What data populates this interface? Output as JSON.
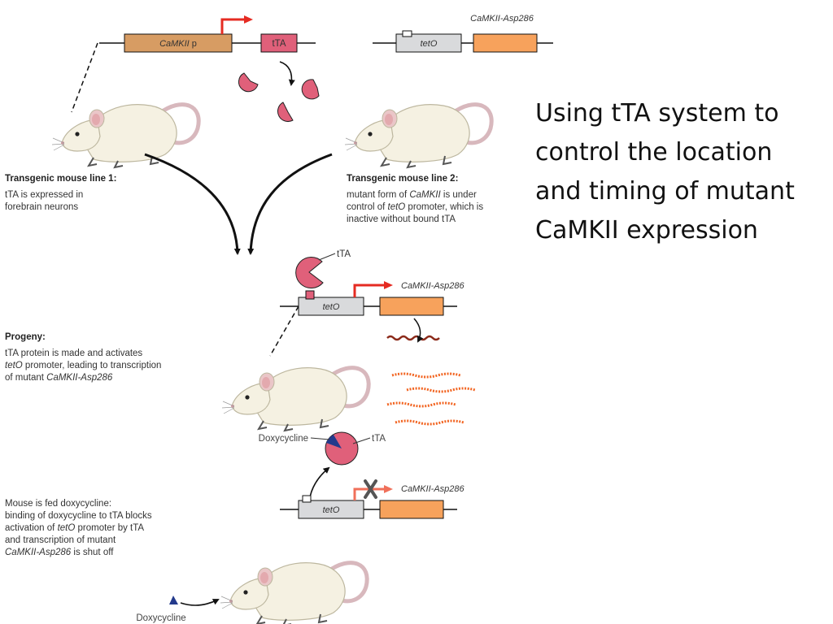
{
  "heading": {
    "lines": [
      "Using tTA system to",
      "control the location",
      "and timing of mutant",
      "CaMKII expression"
    ]
  },
  "constructs": {
    "line1_promoter_it": "CaMKII",
    "line1_promoter_suffix": " p",
    "line1_gene": "tTA",
    "line2_title": "CaMKII-Asp286",
    "line2_operator": "tetO"
  },
  "line1_caption": {
    "title": "Transgenic mouse line 1:",
    "lines": [
      "tTA is expressed in",
      "forebrain neurons"
    ]
  },
  "line2_caption": {
    "title": "Transgenic mouse line 2:",
    "l1_pre": "mutant form of ",
    "l1_it": "CaMKII",
    "l1_post": " is under",
    "l2_pre": "control of ",
    "l2_it": "tetO",
    "l2_post": " promoter, which is",
    "l3": "inactive without bound tTA"
  },
  "progeny": {
    "tta_label": "tTA",
    "operator": "tetO",
    "gene_label": "CaMKII-Asp286",
    "caption_title": "Progeny:",
    "l1": "tTA protein is made and activates",
    "l2_it": "tetO",
    "l2_post": " promoter, leading to transcription",
    "l3_pre": "of mutant ",
    "l3_it": "CaMKII-Asp286"
  },
  "doxy": {
    "dox_label": "Doxycycline",
    "tta_label": "tTA",
    "operator": "tetO",
    "gene_label": "CaMKII-Asp286",
    "l1": "Mouse is fed doxycycline:",
    "l2": "binding of doxycycline to tTA blocks",
    "l3_pre": "activation of ",
    "l3_it": "tetO",
    "l3_post": " promoter by tTA",
    "l4": "and transcription of mutant",
    "l5_it": "CaMKII-Asp286",
    "l5_post": " is shut off",
    "bottom_label": "Doxycycline"
  },
  "colors": {
    "promoter_fill": "#d79c63",
    "tta_fill": "#e0607a",
    "tetO_fill": "#d9dadc",
    "gene_fill": "#f7a25c",
    "red_arrow": "#e52b22",
    "mrna": "#f26522",
    "doxy": "#233a8c"
  }
}
